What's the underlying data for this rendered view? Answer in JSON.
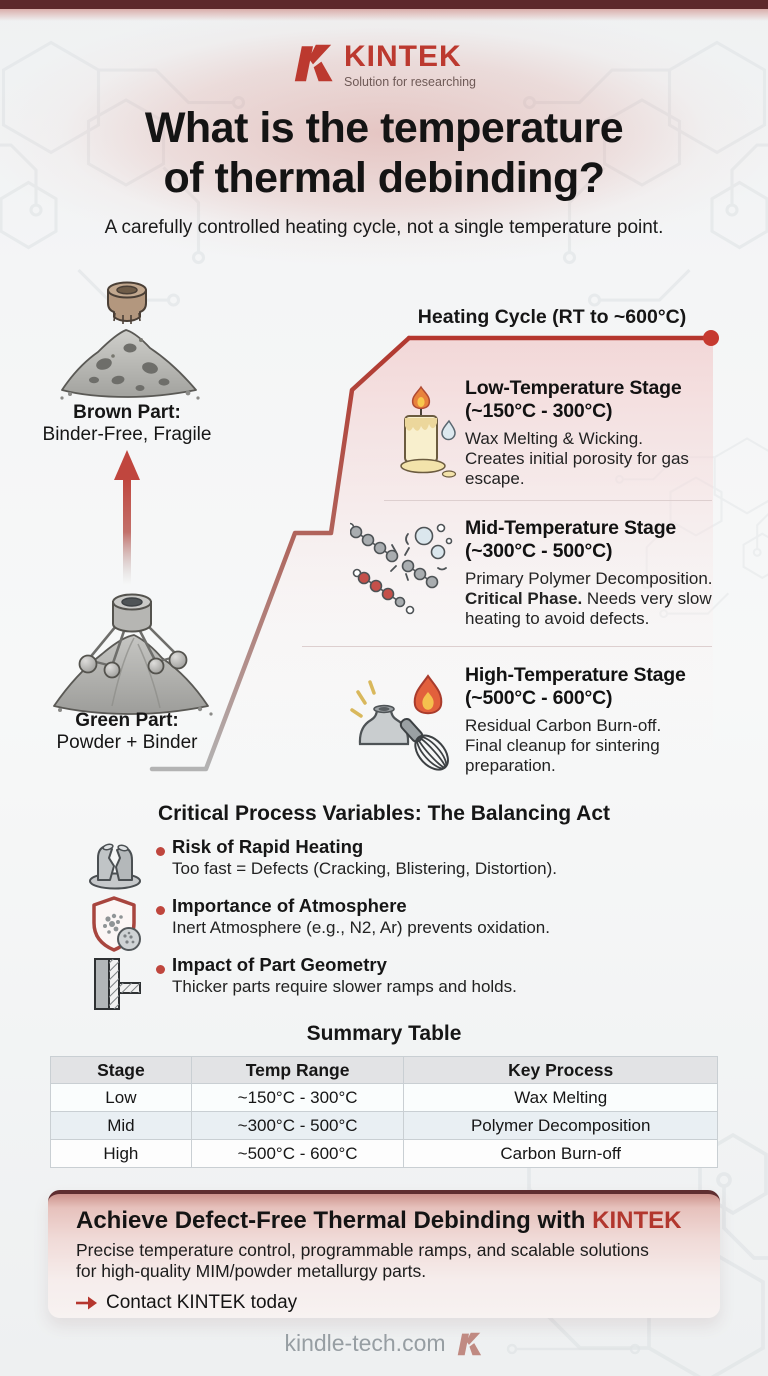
{
  "header": {
    "brand": "KINTEK",
    "tagline": "Solution for researching",
    "title_line1": "What is the temperature",
    "title_line2": "of thermal debinding?",
    "subtitle": "A carefully controlled heating cycle, not a single temperature point."
  },
  "diagram": {
    "heading": "Heating Cycle (RT to ~600°C)",
    "brown_part": {
      "title": "Brown Part:",
      "desc": "Binder-Free, Fragile"
    },
    "green_part": {
      "title": "Green Part:",
      "desc": "Powder + Binder"
    },
    "stages": [
      {
        "title": "Low-Temperature Stage",
        "range": "(~150°C - 300°C)",
        "desc": "Wax Melting & Wicking. Creates initial porosity for gas escape.",
        "icon": "candle-icon"
      },
      {
        "title": "Mid-Temperature Stage",
        "range": "(~300°C - 500°C)",
        "desc_pre": "Primary Polymer Decomposition. ",
        "desc_bold": "Critical Phase.",
        "desc_post": " Needs very slow heating to avoid defects.",
        "icon": "polymer-molecule-icon"
      },
      {
        "title": "High-Temperature Stage",
        "range": "(~500°C - 600°C)",
        "desc": "Residual Carbon Burn-off. Final cleanup for sintering preparation.",
        "icon": "flame-crucible-icon"
      }
    ]
  },
  "critical_variables": {
    "title": "Critical Process Variables: The Balancing Act",
    "items": [
      {
        "title": "Risk of Rapid Heating",
        "desc": "Too fast = Defects (Cracking, Blistering, Distortion).",
        "icon": "cracked-part-icon"
      },
      {
        "title": "Importance of Atmosphere",
        "desc": "Inert Atmosphere (e.g., N2, Ar) prevents oxidation.",
        "icon": "shield-atmosphere-icon"
      },
      {
        "title": "Impact of Part Geometry",
        "desc": "Thicker parts require slower ramps and holds.",
        "icon": "part-geometry-icon"
      }
    ]
  },
  "summary_table": {
    "title": "Summary Table",
    "headers": [
      "Stage",
      "Temp Range",
      "Key Process"
    ],
    "rows": [
      [
        "Low",
        "~150°C - 300°C",
        "Wax Melting"
      ],
      [
        "Mid",
        "~300°C - 500°C",
        "Polymer Decomposition"
      ],
      [
        "High",
        "~500°C - 600°C",
        "Carbon Burn-off"
      ]
    ]
  },
  "cta": {
    "title_pre": "Achieve Defect-Free Thermal Debinding with ",
    "title_brand": "KINTEK",
    "body": "Precise temperature control, programmable ramps, and scalable solutions for high-quality MIM/powder metallurgy parts.",
    "contact": "Contact KINTEK today"
  },
  "footer": {
    "site": "kindle-tech.com"
  },
  "colors": {
    "accent_red": "#b5372e",
    "dark_maroon": "#5d282b",
    "curve_red": "#b23a31",
    "panel_pink": "#f3d6d6",
    "table_header_bg": "#e2e3e5",
    "footer_gray": "#979ea3"
  }
}
